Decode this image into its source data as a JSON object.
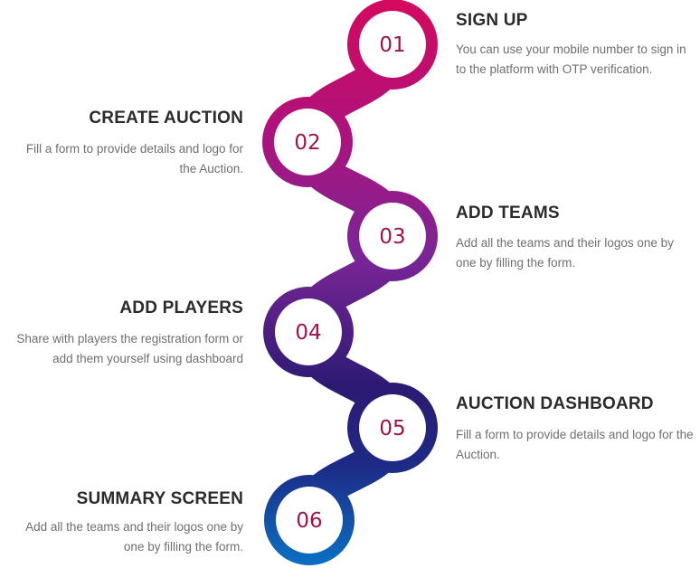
{
  "steps": [
    {
      "number": "01",
      "title": "SIGN UP",
      "description": "You can use your mobile number to sign in to the platform with OTP verification."
    },
    {
      "number": "02",
      "title": "CREATE AUCTION",
      "description": "Fill a form to provide details and logo for the Auction."
    },
    {
      "number": "03",
      "title": "ADD TEAMS",
      "description": "Add all the teams and their logos one by one by filling the form."
    },
    {
      "number": "04",
      "title": "ADD PLAYERS",
      "description": "Share with players the registration form or add them yourself using dashboard"
    },
    {
      "number": "05",
      "title": "AUCTION DASHBOARD",
      "description": "Fill a form to provide details and logo for the Auction."
    },
    {
      "number": "06",
      "title": "SUMMARY SCREEN",
      "description": "Add all the teams and their logos one by one by filling the form."
    }
  ],
  "colors": {
    "gradient_top": "#d4095f",
    "gradient_mid": "#7b2597",
    "gradient_deep": "#221a6b",
    "gradient_bottom": "#0a72c4",
    "number_text": "#a0124f",
    "title_text": "#2b2b2b",
    "desc_text": "#6f6f6f"
  }
}
